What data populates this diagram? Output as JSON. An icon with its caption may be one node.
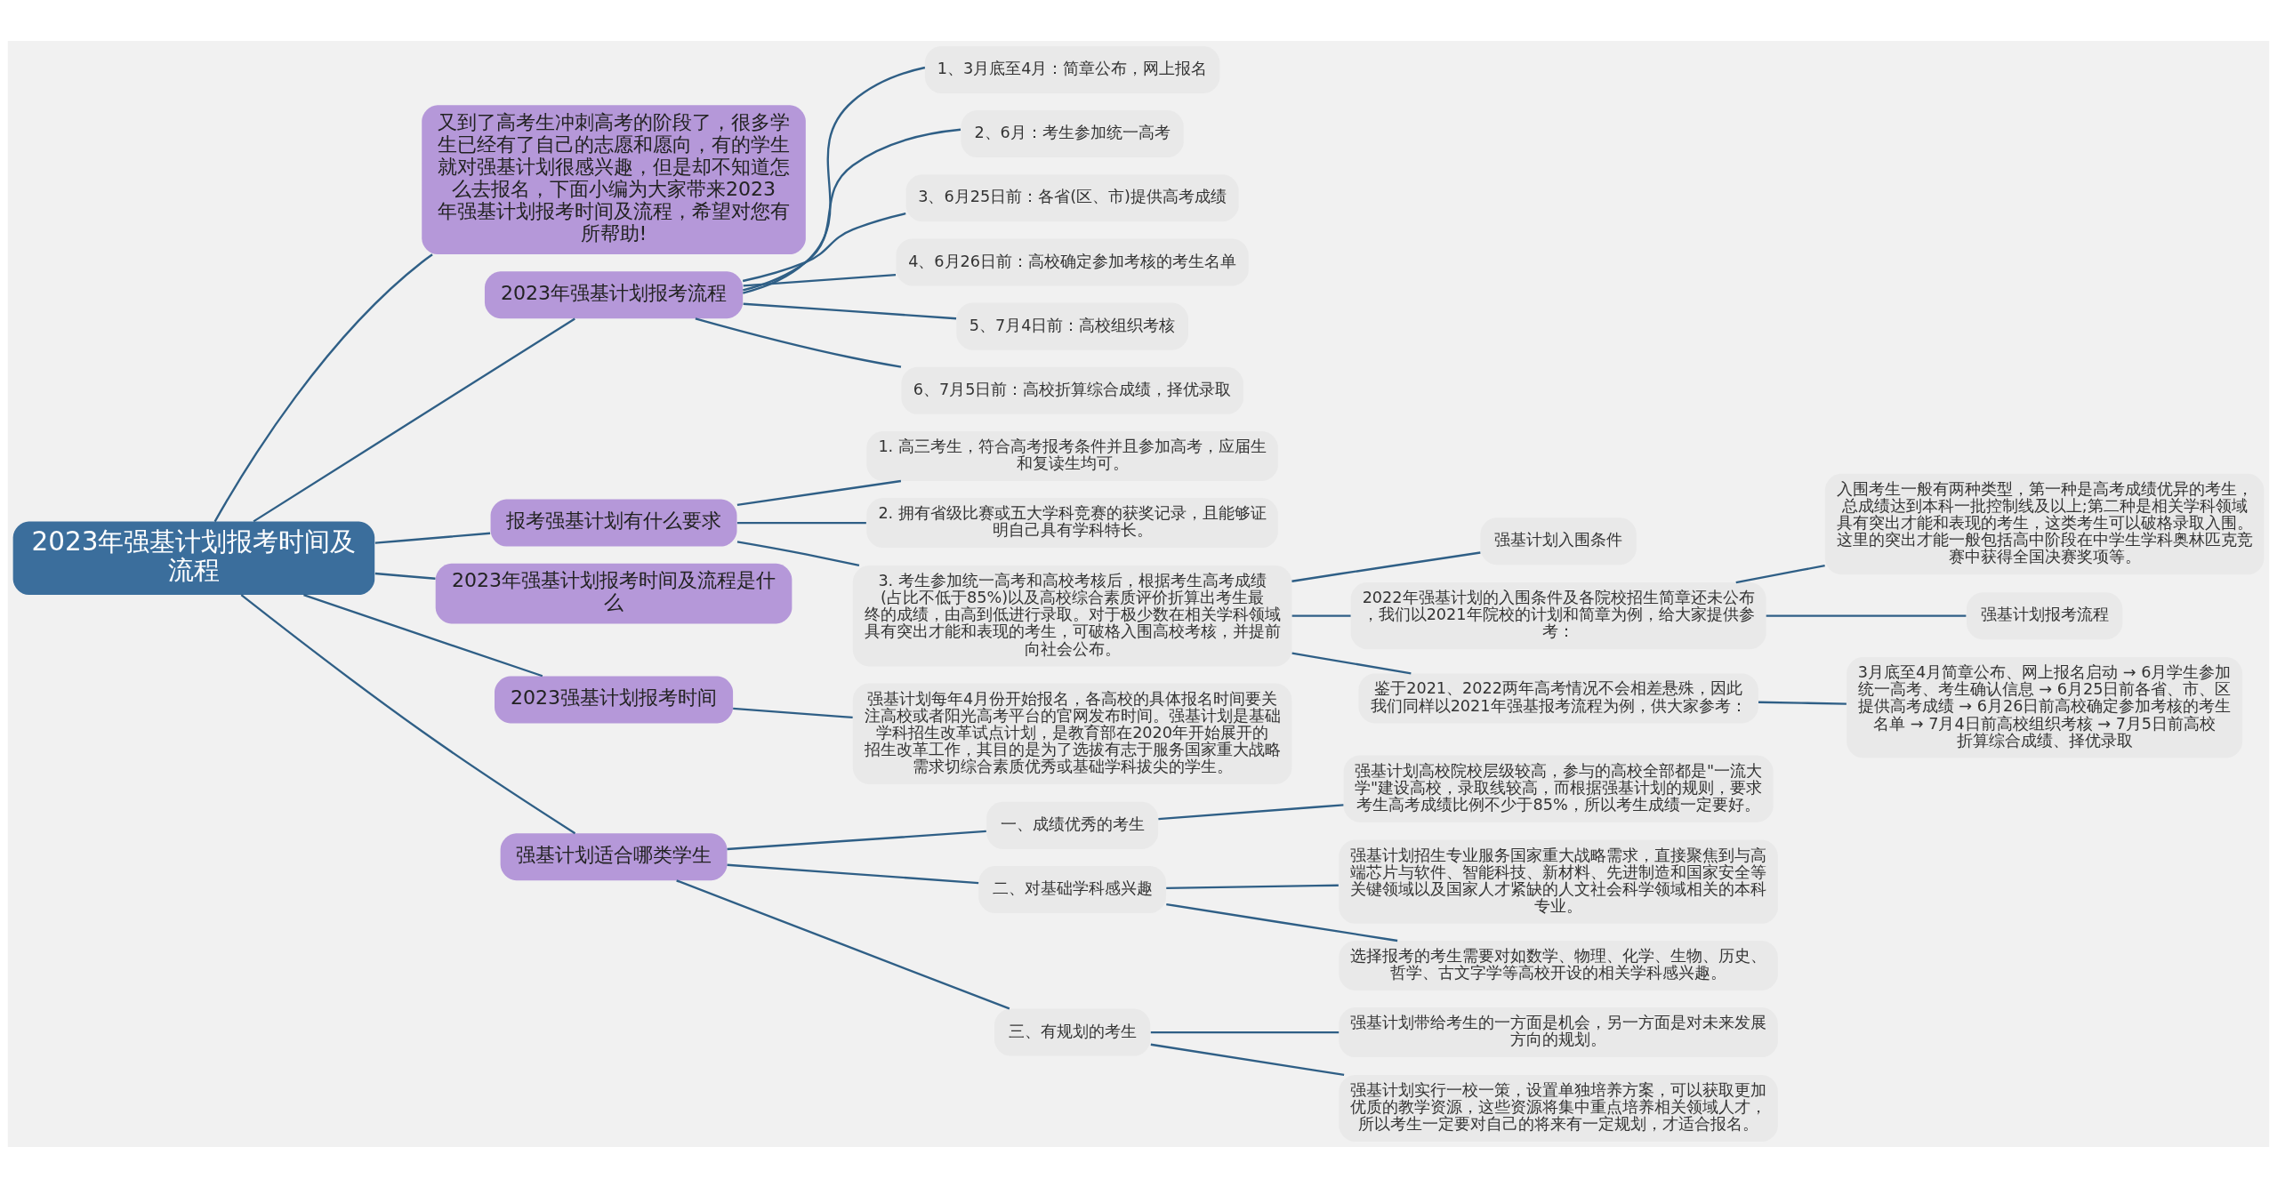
{
  "diagram": {
    "nodes": [
      {
        "text": [
          "2023年强基计划报考时间及流程"
        ]
      },
      {
        "text": [
          "又到了高考生冲刺高考的阶段了，很多学生已经有了自己的志愿和愿向，有的学生就对强基计划很感兴趣，但是却不知道怎么去报名，下面小编为大家带来2023年强基计划报考时间及流程，希望对您有所帮助!"
        ]
      },
      {
        "text": [
          "2023年强基计划报考流程"
        ]
      },
      {
        "text": [
          "1、3月底至4月：简章公布，网上报名"
        ]
      },
      {
        "text": [
          "2、6月：考生参加统一高考"
        ]
      },
      {
        "text": [
          "3、6月25日前：各省(区、市)提供高考成绩"
        ]
      },
      {
        "text": [
          "4、6月26日前：高校确定参加考核的考生名单"
        ]
      },
      {
        "text": [
          "5、7月4日前：高校组织考核"
        ]
      },
      {
        "text": [
          "6、7月5日前：高校折算综合成绩，择优录取"
        ]
      },
      {
        "text": [
          "报考强基计划有什么要求"
        ]
      },
      {
        "text": [
          "1. 高三考生，符合高考报考条件并且参加高考，应届生和复读生均可。"
        ]
      },
      {
        "text": [
          "2. 拥有省级比赛或五大学科竞赛的获奖记录，且能够证明自己具有学科特长。"
        ]
      },
      {
        "text": [
          "3. 考生参加统一高考和高校考核后，根据考生高考成绩(占比不低于85%)以及高校综合素质评价折算出考生最终的成绩，由高到低进行录取。对于极少数在相关学科领域具有突出才能和表现的考生，可破格入围高校考核，并提前向社会公布。"
        ]
      },
      {
        "text": [
          "强基计划入围条件"
        ]
      },
      {
        "text": [
          "2022年强基计划的入围条件及各院校招生简章还未公布，我们以2021年院校的计划和简章为例，给大家提供参考："
        ]
      },
      {
        "text": [
          "入围考生一般有两种类型，第一种是高考成绩优异的考生，总成绩达到本科一批控制线及以上;第二种是相关学科领域具有突出才能和表现的考生，这类考生可以破格录取入围。这里的突出才能一般包括高中阶段在中学生学科奥林匹克竞赛中获得全国决赛奖项等。"
        ]
      },
      {
        "text": [
          "强基计划报考流程"
        ]
      },
      {
        "text": [
          "鉴于2021、2022两年高考情况不会相差悬殊，因此我们同样以2021年强基报考流程为例，供大家参考："
        ]
      },
      {
        "text": [
          "3月底至4月简章公布、网上报名启动 → 6月学生参加统一高考、考生确认信息 → 6月25日前各省、市、区提供高考成绩 → 6月26日前高校确定参加考核的考生名单 → 7月4日前高校组织考核 → 7月5日前高校折算综合成绩、择优录取"
        ]
      },
      {
        "text": [
          "2023年强基计划报考时间及流程是什么"
        ]
      },
      {
        "text": [
          "2023强基计划报考时间"
        ]
      },
      {
        "text": [
          "强基计划每年4月份开始报名，各高校的具体报名时间要关注高校或者阳光高考平台的官网发布时间。强基计划是基础学科招生改革试点计划，是教育部在2020年开始展开的招生改革工作，其目的是为了选拔有志于服务国家重大战略需求切综合素质优秀或基础学科拔尖的学生。"
        ]
      },
      {
        "text": [
          "强基计划适合哪类学生"
        ]
      },
      {
        "text": [
          "一、成绩优秀的考生"
        ]
      },
      {
        "text": [
          "强基计划高校院校层级较高，参与的高校全部都是\"一流大学\"建设高校，录取线较高，而根据强基计划的规则，要求考生高考成绩比例不少于85%，所以考生成绩一定要好。"
        ]
      },
      {
        "text": [
          "二、对基础学科感兴趣"
        ]
      },
      {
        "text": [
          "强基计划招生专业服务国家重大战略需求，直接聚焦到与高端芯片与软件、智能科技、新材料、先进制造和国家安全等关键领域以及国家人才紧缺的人文社会科学领域相关的本科专业。"
        ]
      },
      {
        "text": [
          "选择报考的考生需要对如数学、物理、化学、生物、历史、哲学、古文字学等高校开设的相关学科感兴趣。"
        ]
      },
      {
        "text": [
          "三、有规划的考生"
        ]
      },
      {
        "text": [
          "强基计划带给考生的一方面是机会，另一方面是对未来发展方向的规划。"
        ]
      },
      {
        "text": [
          "强基计划实行一校一策，设置单独培养方案，可以获取更加优质的教学资源，这些资源将集中重点培养相关领域人才，所以考生一定要对自己的将来有一定规划，才适合报名。"
        ]
      }
    ],
    "edges": [
      {
        "from": 0,
        "to": 1,
        "arrow": "none"
      },
      {
        "from": 0,
        "to": 2,
        "arrow": "none"
      },
      {
        "from": 2,
        "to": 3,
        "arrow": "none"
      },
      {
        "from": 2,
        "to": 4,
        "arrow": "none"
      },
      {
        "from": 2,
        "to": 5,
        "arrow": "none"
      },
      {
        "from": 2,
        "to": 6,
        "arrow": "none"
      },
      {
        "from": 2,
        "to": 7,
        "arrow": "none"
      },
      {
        "from": 2,
        "to": 8,
        "arrow": "none"
      },
      {
        "from": 0,
        "to": 9,
        "arrow": "none"
      },
      {
        "from": 9,
        "to": 10,
        "arrow": "none"
      },
      {
        "from": 9,
        "to": 11,
        "arrow": "none"
      },
      {
        "from": 9,
        "to": 12,
        "arrow": "none"
      },
      {
        "from": 12,
        "to": 13,
        "arrow": "none"
      },
      {
        "from": 12,
        "to": 14,
        "arrow": "none"
      },
      {
        "from": 14,
        "to": 15,
        "arrow": "none"
      },
      {
        "from": 14,
        "to": 16,
        "arrow": "none"
      },
      {
        "from": 12,
        "to": 17,
        "arrow": "none"
      },
      {
        "from": 17,
        "to": 18,
        "arrow": "none"
      },
      {
        "from": 0,
        "to": 19,
        "arrow": "none"
      },
      {
        "from": 0,
        "to": 20,
        "arrow": "none"
      },
      {
        "from": 20,
        "to": 21,
        "arrow": "none"
      },
      {
        "from": 0,
        "to": 22,
        "arrow": "none"
      },
      {
        "from": 22,
        "to": 23,
        "arrow": "none"
      },
      {
        "from": 23,
        "to": 24,
        "arrow": "none"
      },
      {
        "from": 22,
        "to": 25,
        "arrow": "none"
      },
      {
        "from": 25,
        "to": 26,
        "arrow": "none"
      },
      {
        "from": 25,
        "to": 27,
        "arrow": "none"
      },
      {
        "from": 22,
        "to": 28,
        "arrow": "none"
      },
      {
        "from": 28,
        "to": 29,
        "arrow": "none"
      },
      {
        "from": 28,
        "to": 30,
        "arrow": "none"
      }
    ]
  }
}
